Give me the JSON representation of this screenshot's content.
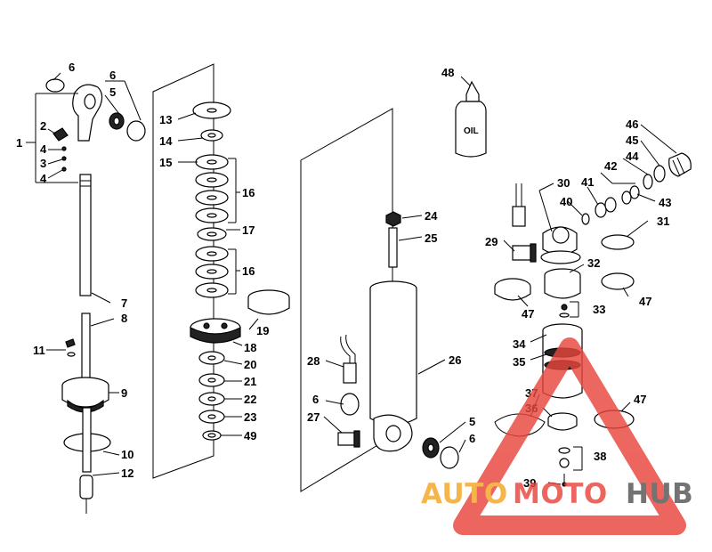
{
  "oil_label": "OIL",
  "parts": {
    "p1": "1",
    "p2": "2",
    "p3": "3",
    "p4a": "4",
    "p4b": "4",
    "p5a": "5",
    "p5b": "5",
    "p6a": "6",
    "p6b": "6",
    "p6c": "6",
    "p7": "7",
    "p8": "8",
    "p9": "9",
    "p10": "10",
    "p11": "11",
    "p12": "12",
    "p13": "13",
    "p14": "14",
    "p15": "15",
    "p16a": "16",
    "p16b": "16",
    "p17": "17",
    "p18": "18",
    "p19": "19",
    "p20": "20",
    "p21": "21",
    "p22": "22",
    "p23": "23",
    "p49": "49",
    "p24": "24",
    "p25": "25",
    "p26": "26",
    "p27": "27",
    "p28": "28",
    "p29": "29",
    "p30": "30",
    "p31": "31",
    "p32": "32",
    "p33": "33",
    "p34": "34",
    "p35": "35",
    "p36": "36",
    "p37": "37",
    "p38": "38",
    "p39": "39",
    "p40": "40",
    "p41": "41",
    "p42": "42",
    "p43": "43",
    "p44": "44",
    "p45": "45",
    "p46": "46",
    "p47a": "47",
    "p47b": "47",
    "p47c": "47",
    "p48": "48"
  },
  "watermark": {
    "word1": "AUTO",
    "word2": "MOTO",
    "word3": "HUB",
    "color_orange": "#f5a623",
    "color_red": "#e8453c",
    "color_gray": "#555555"
  }
}
